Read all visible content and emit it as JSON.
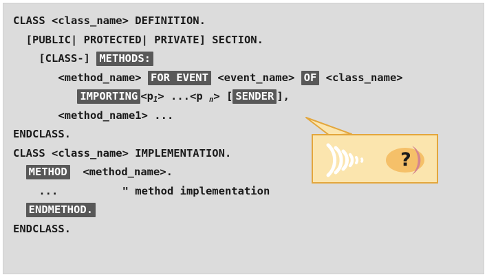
{
  "panel": {
    "background_color": "#dcdcdc",
    "border_color": "#cfcfcf"
  },
  "code": {
    "text_color": "#1a1a1a",
    "highlight_bg": "#585858",
    "highlight_fg": "#ffffff",
    "lines": [
      {
        "indent": 0,
        "segments": [
          {
            "t": "CLASS <class_name> DEFINITION.",
            "h": false
          }
        ]
      },
      {
        "indent": 2,
        "segments": [
          {
            "t": "[PUBLIC| PROTECTED| PRIVATE] SECTION.",
            "h": false
          }
        ]
      },
      {
        "indent": 4,
        "segments": [
          {
            "t": "[CLASS-] ",
            "h": false
          },
          {
            "t": "METHODS:",
            "h": true
          }
        ]
      },
      {
        "indent": 7,
        "segments": [
          {
            "t": "<method_name> ",
            "h": false
          },
          {
            "t": "FOR EVENT",
            "h": true
          },
          {
            "t": " <event_name> ",
            "h": false
          },
          {
            "t": "OF",
            "h": true
          },
          {
            "t": " <class_name>",
            "h": false
          }
        ]
      },
      {
        "indent": 10,
        "segments": [
          {
            "t": "IMPORTING",
            "h": true
          },
          {
            "t": "<p",
            "h": false
          },
          {
            "t": "1",
            "h": false,
            "sub": true
          },
          {
            "t": "> ...<p ",
            "h": false
          },
          {
            "t": "n",
            "h": false,
            "sub": true
          },
          {
            "t": "> [",
            "h": false
          },
          {
            "t": "SENDER",
            "h": true
          },
          {
            "t": "],",
            "h": false
          }
        ]
      },
      {
        "indent": 7,
        "segments": [
          {
            "t": "<method_name1> ...",
            "h": false
          }
        ]
      },
      {
        "indent": 0,
        "segments": [
          {
            "t": "ENDCLASS.",
            "h": false
          }
        ]
      },
      {
        "indent": 0,
        "segments": [
          {
            "t": "CLASS <class_name> IMPLEMENTATION.",
            "h": false
          }
        ]
      },
      {
        "indent": 2,
        "segments": [
          {
            "t": "METHOD",
            "h": true
          },
          {
            "t": "  <method_name>.",
            "h": false
          }
        ]
      },
      {
        "indent": 4,
        "segments": [
          {
            "t": "...          \" method implementation",
            "h": false
          }
        ]
      },
      {
        "indent": 2,
        "segments": [
          {
            "t": "ENDMETHOD.",
            "h": true
          }
        ]
      },
      {
        "indent": 0,
        "segments": [
          {
            "t": "ENDCLASS.",
            "h": false
          }
        ]
      }
    ]
  },
  "callout": {
    "question_mark": "?",
    "box_fill": "#fbe5ae",
    "box_border": "#e3a63c",
    "wave_color": "#ffffff",
    "ellipse_color": "#f5c069",
    "crescent_color": "#d4858f",
    "points_to": "SENDER"
  }
}
